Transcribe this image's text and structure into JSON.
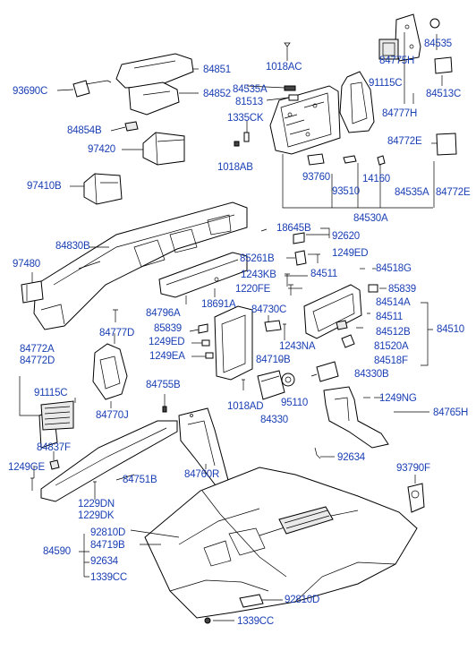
{
  "labels": {
    "p84535": "84535",
    "p84775H": "84775H",
    "p1018AC": "1018AC",
    "p84851": "84851",
    "p93690C": "93690C",
    "p84852": "84852",
    "p84535A_top": "84535A",
    "p81513": "81513",
    "p91115C_top": "91115C",
    "p84513C": "84513C",
    "p84777H": "84777H",
    "p1335CK": "1335CK",
    "p84854B": "84854B",
    "p97420": "97420",
    "p1018AB": "1018AB",
    "p84772E_right": "84772E",
    "p93760": "93760",
    "p93510": "93510",
    "p14160": "14160",
    "p97410B": "97410B",
    "p84535A_mid": "84535A",
    "p84772E_bottom": "84772E",
    "p84530A": "84530A",
    "p18645B": "18645B",
    "p92620": "92620",
    "p84830B": "84830B",
    "p85261B": "85261B",
    "p1249ED_top": "1249ED",
    "p97480": "97480",
    "p1243KB": "1243KB",
    "p84511_top": "84511",
    "p84518G": "84518G",
    "p1220FE": "1220FE",
    "p85839_right": "85839",
    "p18691A": "18691A",
    "p84796A": "84796A",
    "p84730C": "84730C",
    "p84514A": "84514A",
    "p85839_left": "85839",
    "p84777D": "84777D",
    "p84511_mid": "84511",
    "p84510": "84510",
    "p1249ED_mid": "1249ED",
    "p1243NA": "1243NA",
    "p84512B": "84512B",
    "p84772A": "84772A",
    "p84772D": "84772D",
    "p1249EA": "1249EA",
    "p84710B": "84710B",
    "p81520A": "81520A",
    "p84518F": "84518F",
    "p84330B": "84330B",
    "p91115C_left": "91115C",
    "p84755B": "84755B",
    "p1018AD": "1018AD",
    "p95110": "95110",
    "p1249NG": "1249NG",
    "p84770J": "84770J",
    "p84330": "84330",
    "p84765H": "84765H",
    "p84837F": "84837F",
    "p92634_right": "92634",
    "p1249GE": "1249GE",
    "p84751B": "84751B",
    "p84760R": "84760R",
    "p93790F": "93790F",
    "p1229DN": "1229DN",
    "p1229DK": "1229DK",
    "p92810D_top": "92810D",
    "p84590": "84590",
    "p84719B": "84719B",
    "p92634_bottom": "92634",
    "p1339CC_left": "1339CC",
    "p92810D_bottom": "92810D",
    "p1339CC_bottom": "1339CC"
  },
  "colors": {
    "label_text": "#1a3fb4",
    "line_art": "#000000",
    "background": "#ffffff"
  }
}
